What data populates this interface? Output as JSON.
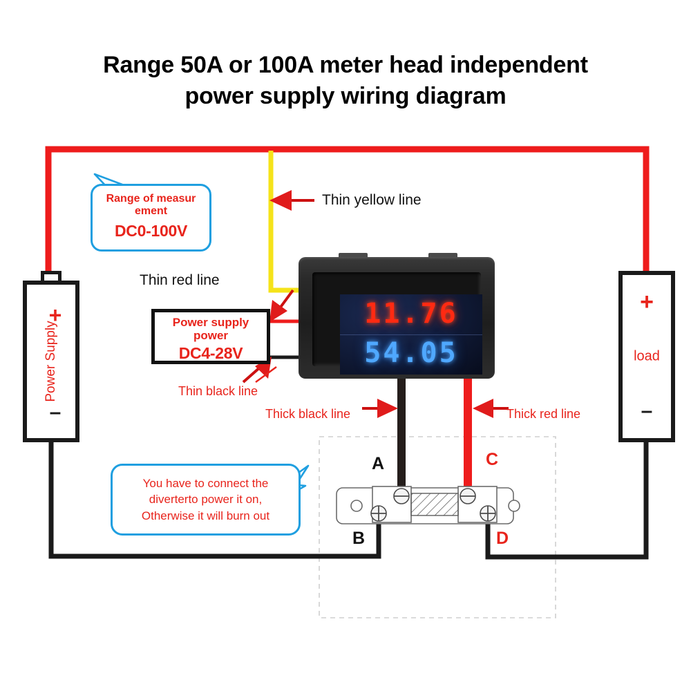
{
  "title": {
    "line1": "Range 50A or 100A meter head independent",
    "line2": "power supply wiring diagram"
  },
  "power_supply": {
    "plus": "+",
    "label": "Power Supply",
    "minus": "–"
  },
  "load": {
    "plus": "+",
    "label": "load",
    "minus": "–"
  },
  "callouts": {
    "range": {
      "line1": "Range of measur",
      "line2": "ement",
      "value": "DC0-100V"
    },
    "supply_power": {
      "line1": "Power supply",
      "line2": "power",
      "value": "DC4-28V"
    },
    "warning": {
      "line1": "You have to connect the",
      "line2": "diverterto power it on,",
      "line3": "Otherwise it will burn out"
    }
  },
  "meter": {
    "voltage_reading": "11.76",
    "current_reading": "54.05"
  },
  "annotations": {
    "thin_yellow": "Thin yellow line",
    "thin_red": "Thin red line",
    "thin_black": "Thin black line",
    "thick_black": "Thick black line",
    "thick_red": "Thick red line"
  },
  "terminals": {
    "a": "A",
    "b": "B",
    "c": "C",
    "d": "D"
  },
  "colors": {
    "wire_red": "#ee1c1c",
    "wire_black": "#1a1a1a",
    "wire_yellow": "#f5e31a",
    "callout_blue": "#1f9fe0",
    "text_red": "#e8241c",
    "display_red": "#ff2a12",
    "display_blue": "#4fa8ff"
  }
}
